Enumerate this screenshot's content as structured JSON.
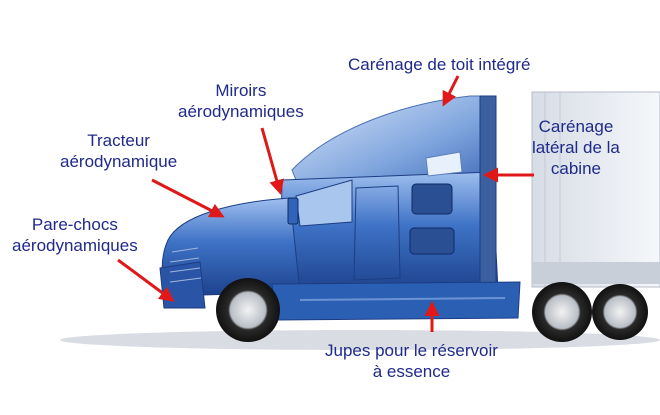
{
  "labels": {
    "roof_fairing": [
      "Carénage de toit intégré"
    ],
    "mirrors": [
      "Miroirs",
      "aérodynamiques"
    ],
    "tractor": [
      "Tracteur",
      "aérodynamique"
    ],
    "side_fairing": [
      "Carénage",
      "latéral de la",
      "cabine"
    ],
    "bumper": [
      "Pare-chocs",
      "aérodynamiques"
    ],
    "skirts": [
      "Jupes pour le réservoir",
      "à essence"
    ]
  },
  "colors": {
    "label_text": "#1f2a8a",
    "arrow": "#e01818",
    "truck_body": "#2f62b8",
    "truck_light": "#8fb2e6",
    "truck_dark": "#1b3b80",
    "trailer": "#e9edf2"
  }
}
